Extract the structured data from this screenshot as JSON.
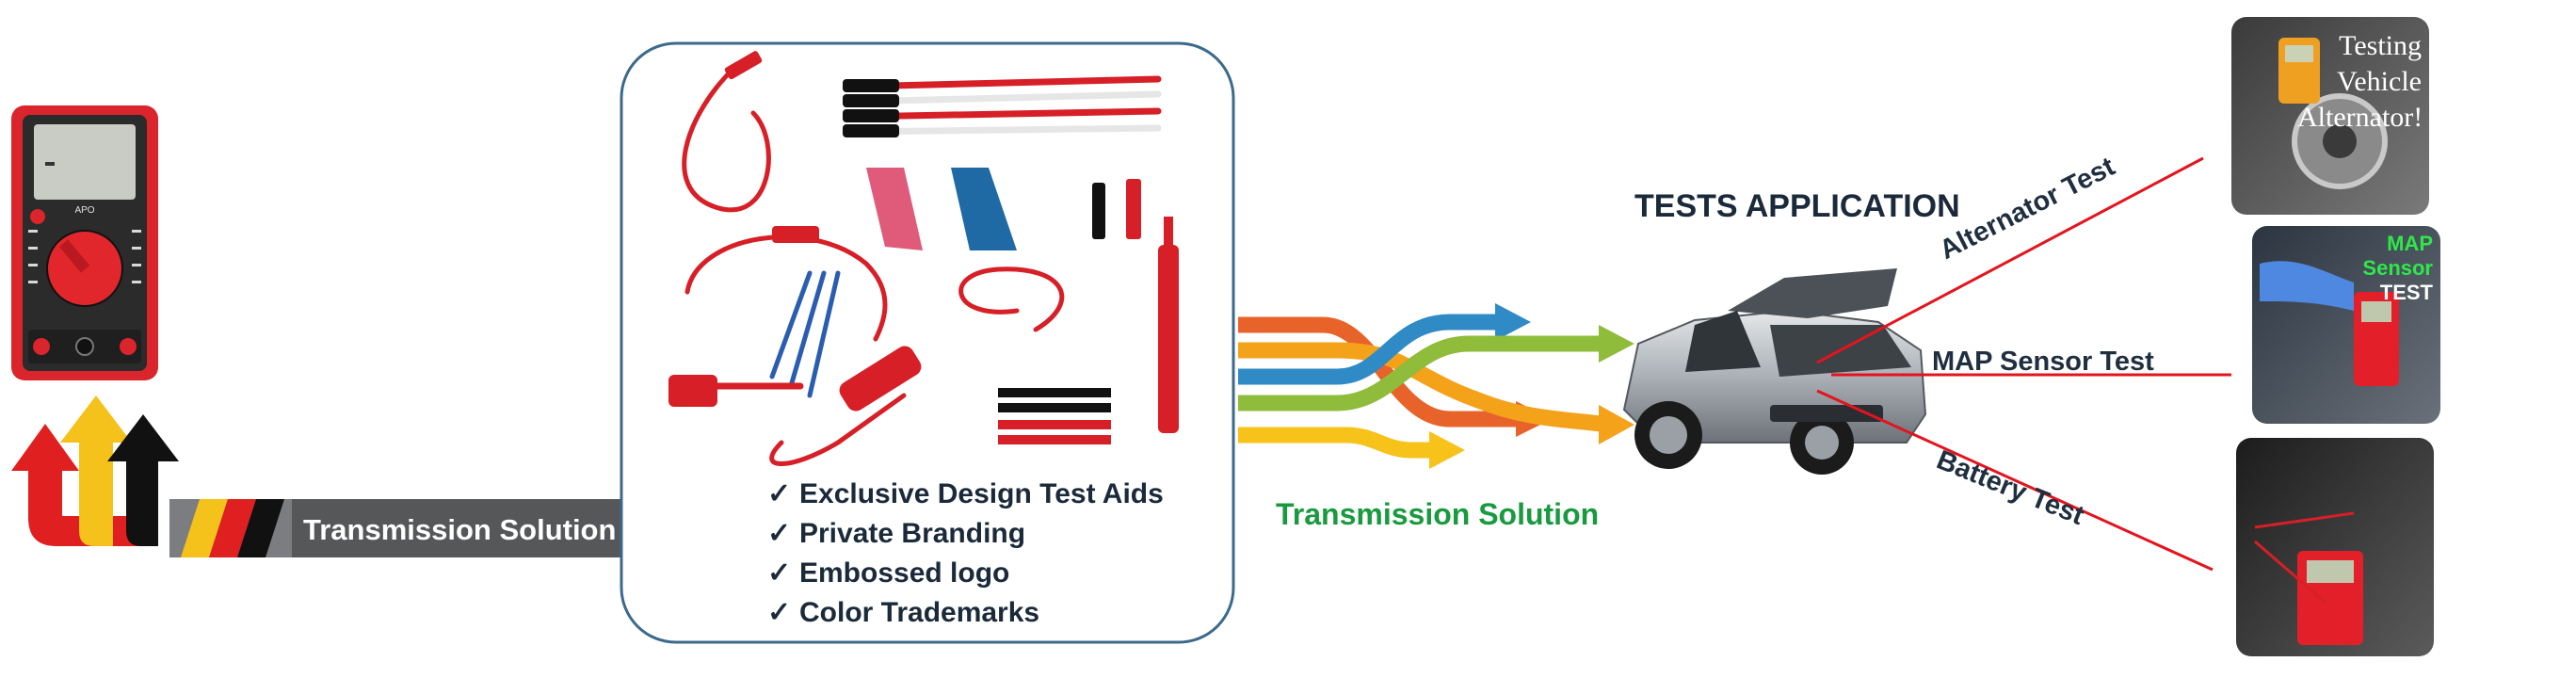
{
  "left_section": {
    "device": "multimeter",
    "meter_brand": "APO",
    "bar_label": "Transmission Solution"
  },
  "center_box": {
    "features": [
      "Exclusive Design Test Aids",
      "Private Branding",
      "Embossed logo",
      "Color Trademarks"
    ]
  },
  "middle": {
    "transmission_label": "Transmission Solution",
    "arrow_colors": [
      "#e8632a",
      "#f5a21b",
      "#2f8ac6",
      "#8fbc3a",
      "#f7c21a"
    ]
  },
  "right_section": {
    "title": "TESTS APPLICATION",
    "tests": [
      {
        "label": "Alternator Test"
      },
      {
        "label": "MAP Sensor Test"
      },
      {
        "label": "Battery Test"
      }
    ],
    "photos": [
      {
        "caption_line1": "Testing Vehicle",
        "caption_line2": "Alternator!"
      },
      {
        "caption_line1": "MAP Sensor",
        "caption_line2": "TEST"
      },
      {
        "caption_line1": "",
        "caption_line2": ""
      }
    ]
  },
  "colors": {
    "accent_red": "#e02020",
    "line_red": "#e3141e",
    "box_border": "#3b6a8c",
    "dark_text": "#1b2a3a",
    "green_text": "#1a9a3f"
  }
}
